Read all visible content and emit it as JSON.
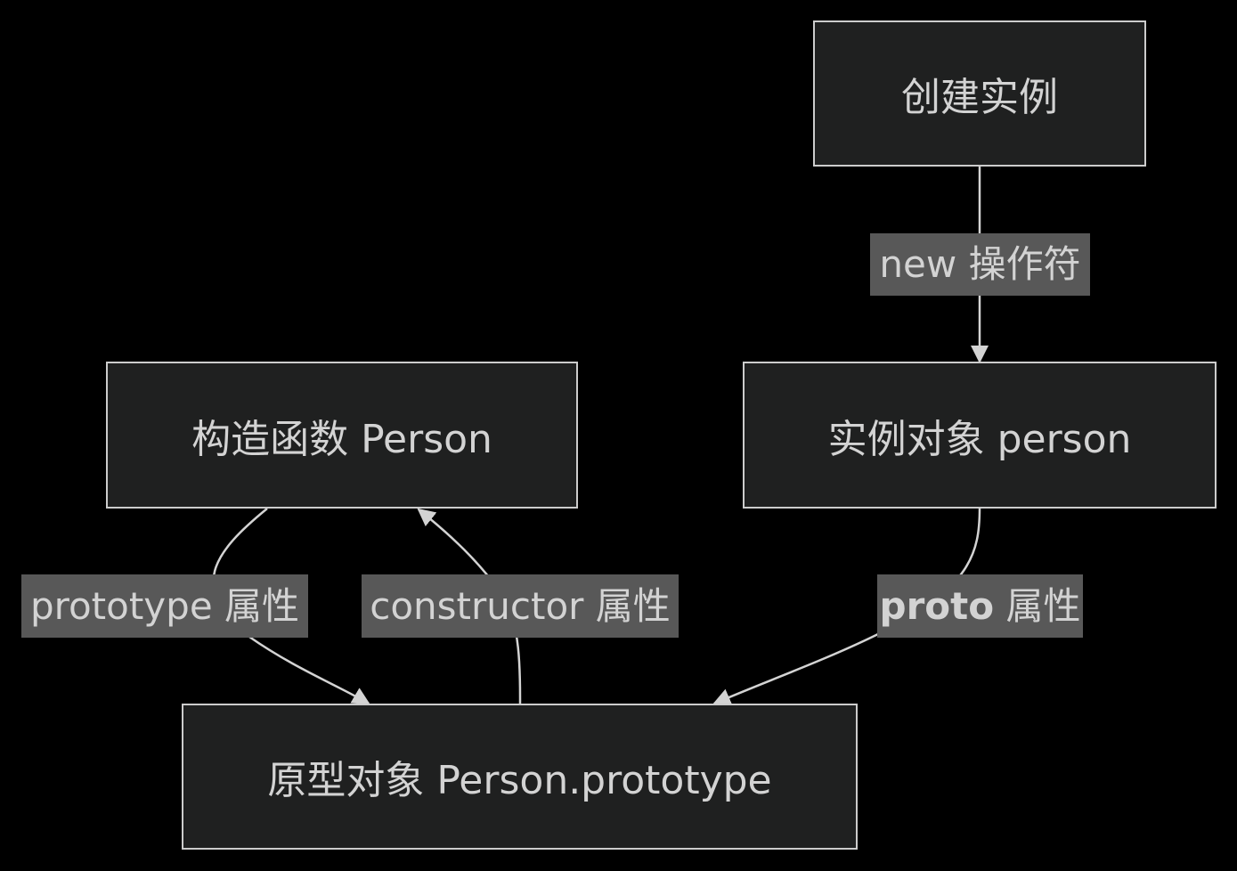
{
  "nodes": {
    "create_instance": "创建实例",
    "constructor_fn": "构造函数 Person",
    "instance_obj": "实例对象 person",
    "prototype_obj": "原型对象 Person.prototype"
  },
  "edges": {
    "new_operator": "new 操作符",
    "prototype_prop": "prototype 属性",
    "constructor_prop": "constructor 属性",
    "proto_prop_strong": "proto",
    "proto_prop_rest": " 属性"
  },
  "colors": {
    "background": "#000000",
    "node_fill": "#1f2020",
    "node_stroke": "#cccccc",
    "edge_stroke": "#d3d3d3",
    "label_fill": "#585858",
    "text": "#d3d3d3"
  }
}
